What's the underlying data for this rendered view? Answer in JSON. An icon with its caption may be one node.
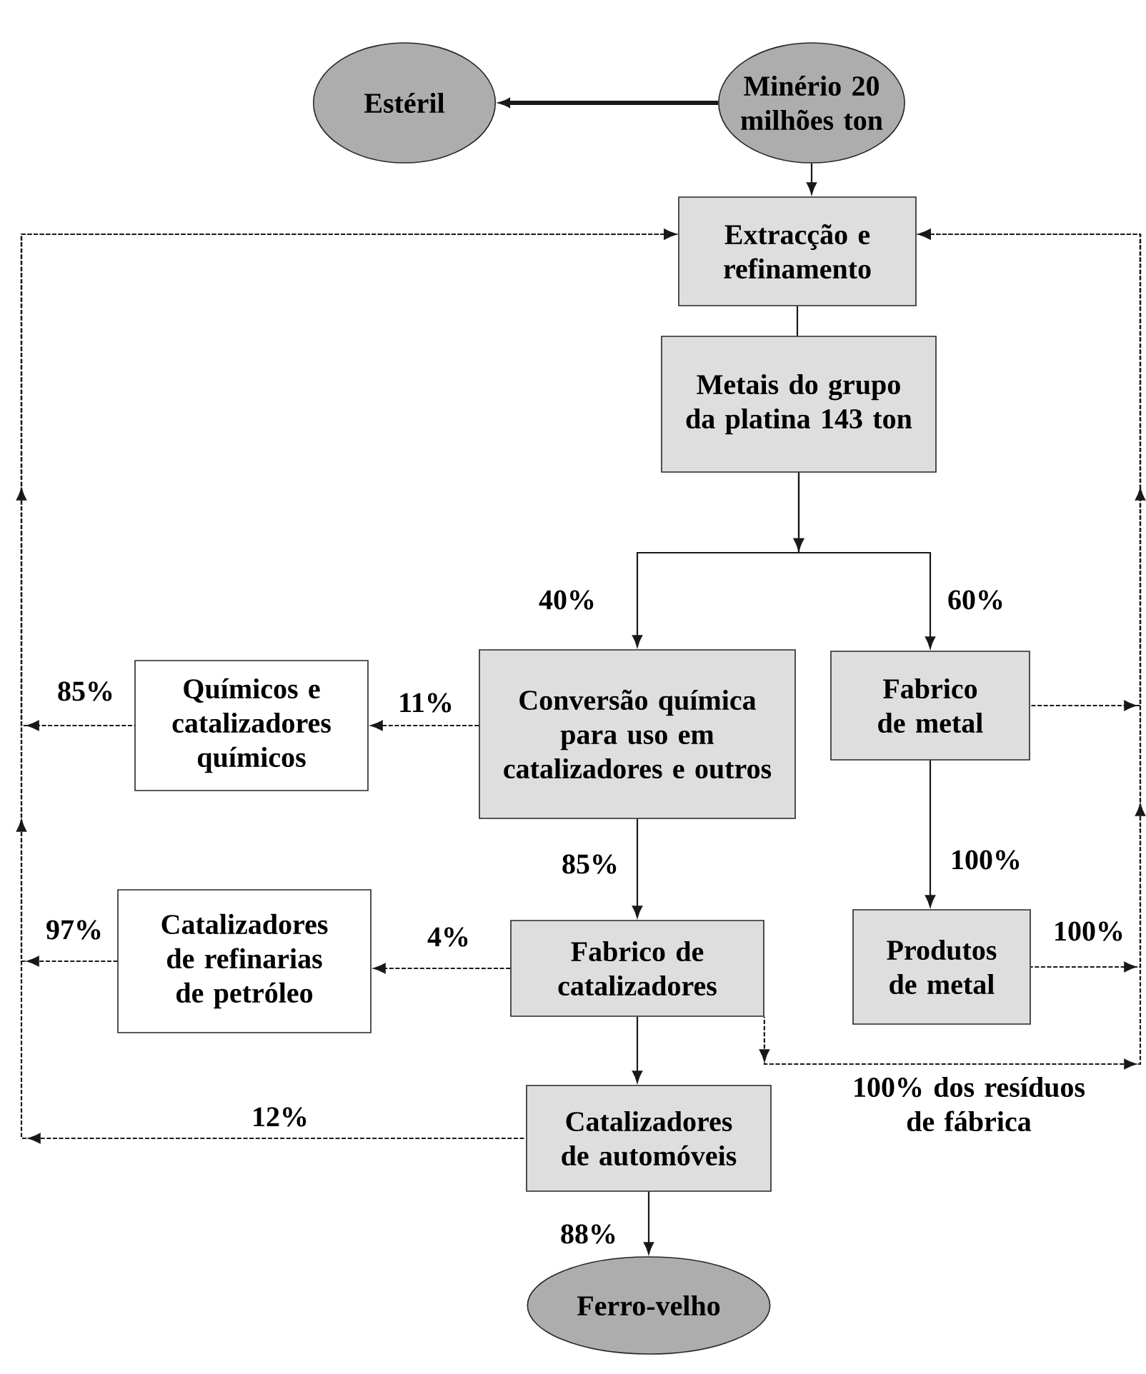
{
  "diagram": {
    "nodes": [
      {
        "text": [
          "Estéril"
        ]
      },
      {
        "text": [
          "Minério 20 milhões ton"
        ]
      },
      {
        "text": [
          "Extracção e refinamento"
        ]
      },
      {
        "text": [
          "Metais do grupo da platina 143 ton"
        ]
      },
      {
        "text": [
          "Conversão química para uso em catalizadores e outros"
        ]
      },
      {
        "text": [
          "Químicos e catalizadores químicos"
        ]
      },
      {
        "text": [
          "Fabrico de metal"
        ]
      },
      {
        "text": [
          "Fabrico de catalizadores"
        ]
      },
      {
        "text": [
          "Catalizadores de refinarias de petróleo"
        ]
      },
      {
        "text": [
          "Produtos de metal"
        ]
      },
      {
        "text": [
          "Catalizadores de automóveis"
        ]
      },
      {
        "text": [
          "Ferro-velho"
        ]
      }
    ],
    "edges": [
      {
        "from": 1,
        "to": 0,
        "arrow": "to",
        "style": "thick"
      },
      {
        "from": 1,
        "to": 2,
        "arrow": "to"
      },
      {
        "from": 2,
        "to": 3,
        "arrow": "none"
      },
      {
        "from": 3,
        "to": 4,
        "arrow": "to",
        "label": "40%"
      },
      {
        "from": 3,
        "to": 6,
        "arrow": "to",
        "label": "60%"
      },
      {
        "from": 4,
        "to": 5,
        "arrow": "to",
        "style": "dashed",
        "label": "11%"
      },
      {
        "from": 5,
        "to": 2,
        "arrow": "to",
        "style": "dashed",
        "label": "85%"
      },
      {
        "from": 4,
        "to": 7,
        "arrow": "to",
        "label": "85%"
      },
      {
        "from": 6,
        "to": 9,
        "arrow": "to",
        "label": "100%"
      },
      {
        "from": 6,
        "to": 2,
        "arrow": "to",
        "style": "dashed"
      },
      {
        "from": 7,
        "to": 8,
        "arrow": "to",
        "style": "dashed",
        "label": "4%"
      },
      {
        "from": 8,
        "to": 2,
        "arrow": "to",
        "style": "dashed",
        "label": "97%"
      },
      {
        "from": 9,
        "to": 2,
        "arrow": "to",
        "style": "dashed",
        "label": "100%"
      },
      {
        "from": 7,
        "to": 2,
        "arrow": "to",
        "style": "dashed",
        "label": "100% dos resíduos de fábrica"
      },
      {
        "from": 7,
        "to": 10,
        "arrow": "to"
      },
      {
        "from": 10,
        "to": 2,
        "arrow": "to",
        "style": "dashed",
        "label": "12%"
      },
      {
        "from": 10,
        "to": 11,
        "arrow": "to",
        "label": "88%"
      }
    ]
  }
}
